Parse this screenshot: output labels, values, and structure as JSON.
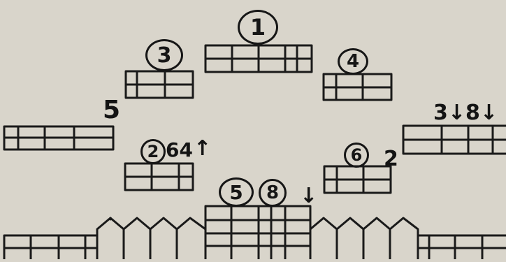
{
  "colors": {
    "paper": "#d9d5cb",
    "ink": "#1a1a1a"
  },
  "labels": {
    "top_center": "1",
    "upper_left": "3",
    "upper_right": "4",
    "left_edge": "5",
    "mid_left_circle": "2",
    "mid_left_text": "64",
    "mid_left_arrow": "↑",
    "mid_right_circle": "6",
    "mid_right_text": "2",
    "right_edge": "3↓8↓",
    "center_a": "5",
    "center_b": "8",
    "center_arrow": "↓"
  }
}
